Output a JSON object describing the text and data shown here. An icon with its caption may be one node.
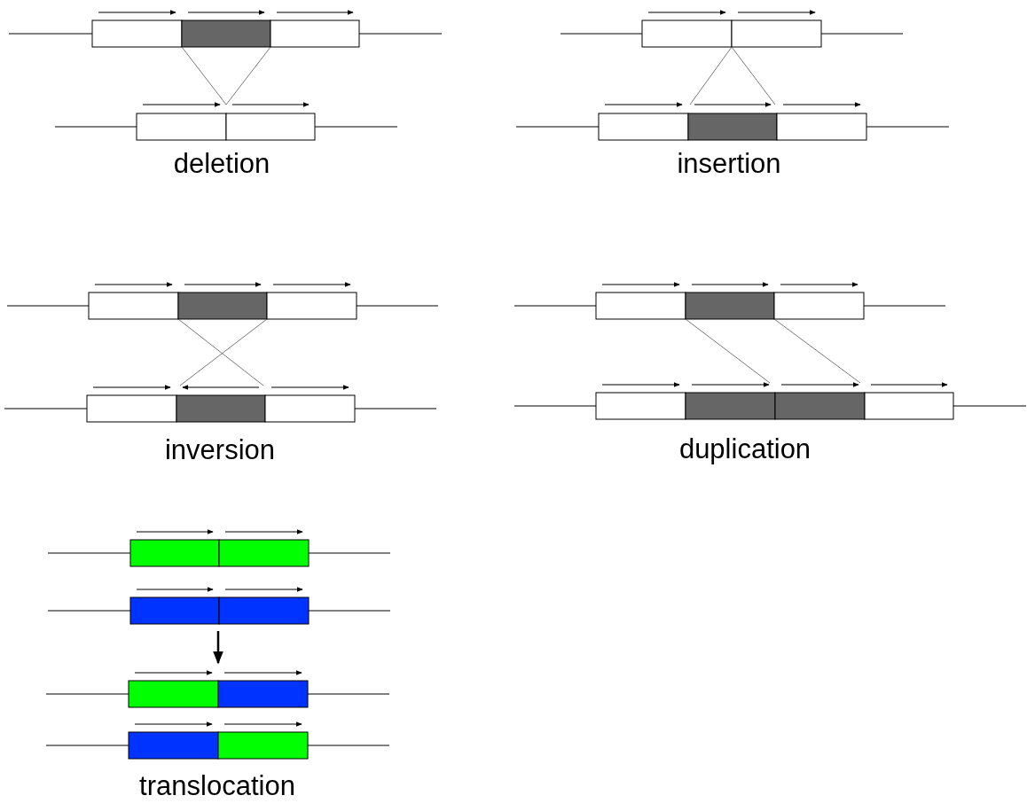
{
  "diagram": {
    "labels": [
      "deletion",
      "insertion",
      "inversion",
      "duplication",
      "translocation"
    ]
  }
}
